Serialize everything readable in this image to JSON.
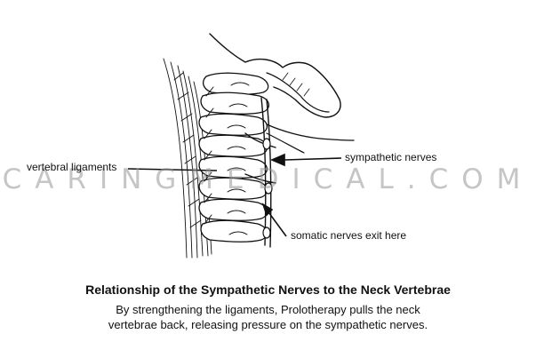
{
  "diagram": {
    "labels": {
      "vertebral_ligaments": "vertebral ligaments",
      "sympathetic_nerves": "sympathetic nerves",
      "somatic_nerves": "somatic nerves exit here"
    },
    "watermark": "CARINGMEDICAL.COM",
    "caption": {
      "title": "Relationship of the Sympathetic Nerves to the Neck Vertebrae",
      "line1": "By strengthening the ligaments, Prolotherapy pulls the neck",
      "line2": "vertebrae back, releasing pressure on the sympathetic nerves."
    }
  }
}
